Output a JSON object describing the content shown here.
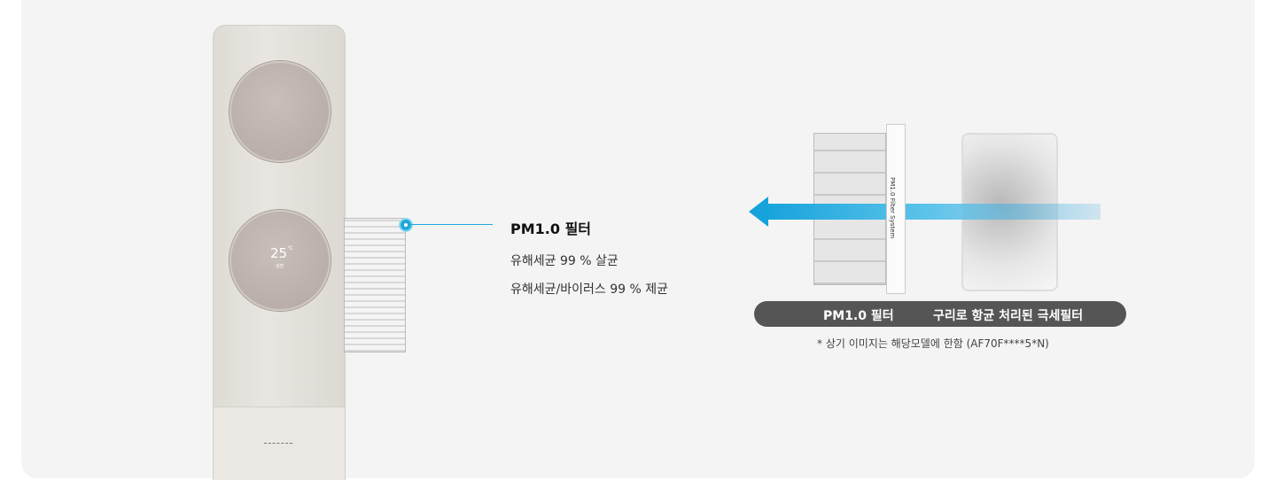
{
  "product": {
    "temperature": "25",
    "temperature_unit": "℃",
    "mode": "냉방"
  },
  "callout": {
    "title": "PM1.0 필터",
    "lines": [
      "유해세균 99 % 살균",
      "유해세균/바이러스 99 % 제균"
    ]
  },
  "diagram": {
    "filter_side_text": "PM1.0 Filter System",
    "labels": [
      "PM1.0 필터",
      "구리로 항균 처리된 극세필터"
    ],
    "note": "* 상기 이미지는 해당모델에 한함 (AF70F****5*N)"
  },
  "colors": {
    "accent": "#1ea8dc",
    "pill": "#555555"
  }
}
